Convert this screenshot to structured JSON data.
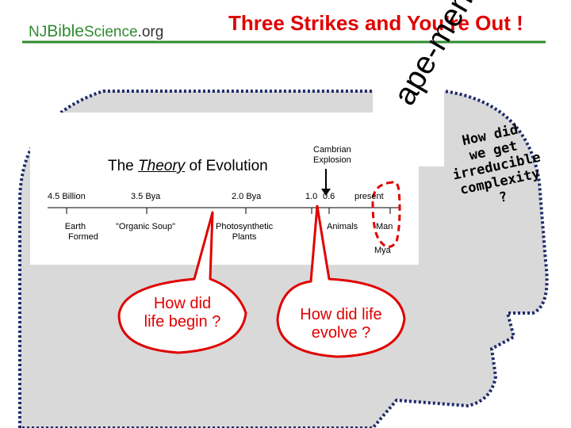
{
  "header": {
    "site_prefix": "NJ",
    "site_bible": "Bible",
    "site_science": "Science",
    "site_suffix": ".org",
    "title": "Three Strikes and You’re Out !"
  },
  "theory": {
    "pre": "The ",
    "word": "Theory",
    "post": " of Evolution"
  },
  "timeline": {
    "ticks": [
      "4.5 Billion",
      "3.5 Bya",
      "2.0 Bya",
      "1.0",
      "0.6",
      "present"
    ],
    "events": {
      "earth": [
        "Earth",
        "Formed"
      ],
      "soup": "\"Organic Soup\"",
      "photo": [
        "Photosynthetic",
        "Plants"
      ],
      "animals": "Animals",
      "man": "Man",
      "cambrian": [
        "Cambrian",
        "Explosion"
      ]
    },
    "unit": "Mya"
  },
  "callouts": {
    "life_begin": [
      "How did",
      "life begin ?"
    ],
    "life_evolve": [
      "How did life",
      "evolve ?"
    ],
    "ape_men": "ape-men",
    "complexity": [
      "How did",
      "we get",
      "irreducible",
      "complexity",
      "?"
    ]
  },
  "colors": {
    "red": "#e00000",
    "green": "#2e8b2e",
    "head_fill": "#d9d9d9",
    "head_border": "#1f2a6b"
  }
}
